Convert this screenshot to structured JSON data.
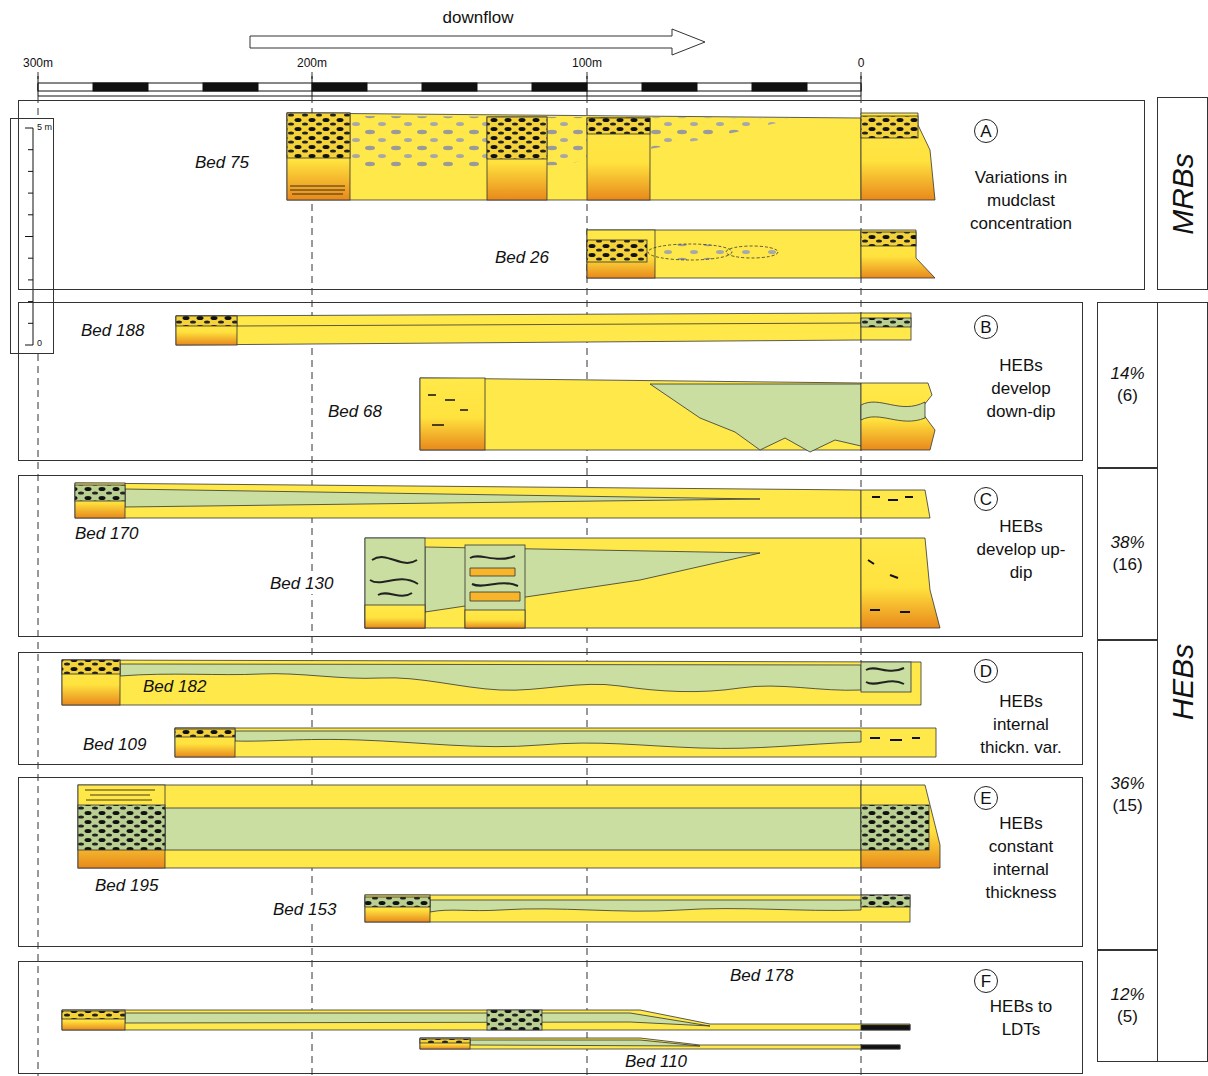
{
  "diagram": {
    "nodes": [
      {
        "text": [
          "5 m",
          "0"
        ]
      },
      {
        "text": [
          "A",
          "Variations in mudclast concentration",
          "Bed 75",
          "Bed 26"
        ]
      },
      {
        "text": [
          "B",
          "HEBs develop down-dip",
          "Bed 188",
          "Bed 68"
        ]
      },
      {
        "text": [
          "C",
          "HEBs develop up-dip",
          "Bed 170",
          "Bed 130"
        ]
      },
      {
        "text": [
          "D",
          "HEBs internal thickn. var.",
          "Bed 182",
          "Bed 109"
        ]
      },
      {
        "text": [
          "E",
          "HEBs constant internal thickness",
          "Bed 195",
          "Bed 153"
        ]
      },
      {
        "text": [
          "F",
          "HEBs to LDTs",
          "Bed 178",
          "Bed 110"
        ]
      },
      {
        "text": [
          "MRBs"
        ]
      },
      {
        "text": [
          "HEBs"
        ]
      },
      {
        "text": [
          "14%",
          "(6)"
        ]
      },
      {
        "text": [
          "38%",
          "(16)"
        ]
      },
      {
        "text": [
          "36%",
          "(15)"
        ]
      },
      {
        "text": [
          "12%",
          "(5)"
        ]
      }
    ],
    "labels": [
      "downflow",
      "300m",
      "200m",
      "100m",
      "0"
    ]
  }
}
